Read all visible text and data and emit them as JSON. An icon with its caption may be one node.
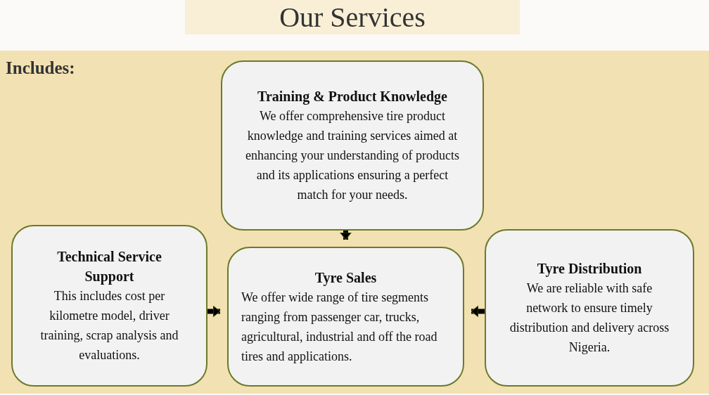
{
  "diagram": {
    "title": "Our Services",
    "nodes": [
      {
        "text": [
          "Training & Product Knowledge",
          "We offer comprehensive tire product knowledge and training services aimed at enhancing your understanding of products and its applications ensuring a perfect match for your needs."
        ]
      },
      {
        "text": [
          "Technical Service Support",
          "This includes cost per kilometre model, driver training, scrap analysis and evaluations."
        ]
      },
      {
        "text": [
          "Tyre Sales",
          "We offer wide range of tire segments ranging from passenger car, trucks, agricultural, industrial and off the road tires and applications."
        ]
      },
      {
        "text": [
          "Tyre Distribution",
          "We are reliable with safe network to ensure timely distribution and delivery across Nigeria."
        ]
      }
    ],
    "edges": [
      {
        "from": 0,
        "to": 2,
        "arrow": "to"
      },
      {
        "from": 1,
        "to": 2,
        "arrow": "to"
      },
      {
        "from": 3,
        "to": 2,
        "arrow": "to"
      }
    ],
    "labels": [
      "Includes:"
    ]
  }
}
